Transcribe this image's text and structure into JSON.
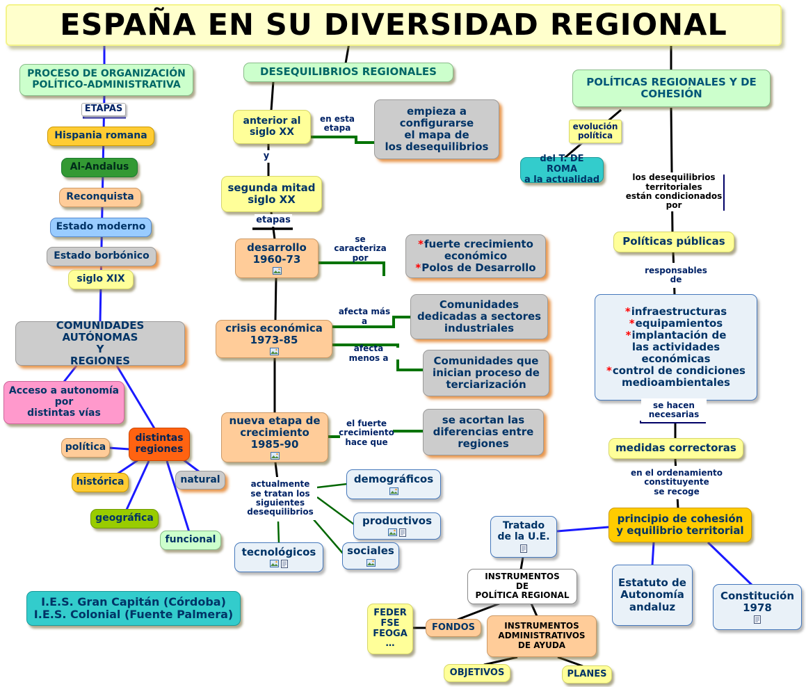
{
  "title": "ESPAÑA EN SU DIVERSIDAD REGIONAL",
  "palette": {
    "line_blue": "#1a1aff",
    "line_black": "#000000",
    "line_green": "#007300",
    "bracket_navy": "#000066",
    "asterisk_red": "#ff0000",
    "header_green": "#ccffcc",
    "stage_yellow": "#ffff99",
    "era_peach": "#ffcc99",
    "info_gray": "#cccccc",
    "highlight_amber": "#ffcc00",
    "teal": "#33cccc"
  },
  "icons": {
    "image": "image-icon",
    "document": "document-icon"
  },
  "left": {
    "proceso": "PROCESO DE ORGANIZACIÓN\nPOLÍTICO-ADMINISTRATIVA",
    "etapas": "ETAPAS",
    "hispania": "Hispania romana",
    "al_andalus": "Al-Andalus",
    "reconquista": "Reconquista",
    "estado_moderno": "Estado moderno",
    "estado_borbonico": "Estado borbónico",
    "siglo_xix": "siglo XIX",
    "comunidades": "COMUNIDADES AUTÓNOMAS\nY\nREGIONES",
    "acceso": "Acceso a autonomía\npor\ndistintas vías",
    "distintas_regiones": "distintas\nregiones",
    "politica": "política",
    "historica": "histórica",
    "natural": "natural",
    "geografica": "geográfica",
    "funcional": "funcional"
  },
  "middle": {
    "header": "DESEQUILIBRIOS REGIONALES",
    "anterior_siglo_xx": "anterior al\nsiglo XX",
    "en_esta_etapa": "en esta\netapa",
    "empieza": "empieza a\nconfigurarse\nel mapa de\nlos desequilibrios",
    "y": "y",
    "segunda_mitad": "segunda mitad\nsiglo XX",
    "etapas": "etapas",
    "desarrollo": "desarrollo\n1960-73",
    "se_caracteriza_por": "se\ncaracteriza\npor",
    "crecimiento_polos": [
      "*fuerte crecimiento",
      "económico",
      "*Polos de Desarrollo"
    ],
    "crisis": "crisis económica\n1973-85",
    "afecta_mas_a": "afecta más a",
    "industriales": "Comunidades\ndedicadas a sectores\nindustriales",
    "afecta_menos_a": "afecta menos a",
    "terciarizacion": "Comunidades que\ninician proceso de\nterciarización",
    "nueva_etapa": "nueva etapa de\ncrecimiento\n1985-90",
    "el_fuerte": "el fuerte\ncrecimiento\nhace que",
    "se_acortan": "se acortan las\ndiferencias entre\nregiones",
    "actualmente": "actualmente\nse tratan los\nsiguientes\ndesequilibrios",
    "demograficos": "demográficos",
    "productivos": "productivos",
    "tecnologicos": "tecnológicos",
    "sociales": "sociales"
  },
  "right": {
    "header": "POLÍTICAS REGIONALES Y DE\nCOHESIÓN",
    "evolucion_politica": "evolución\npolítica",
    "roma": "del T. DE ROMA\na la actualidad",
    "condicionados": "los desequilibrios\nterritoriales\nestán condicionados\npor",
    "politicas_publicas": "Políticas públicas",
    "responsables_de": "responsables\nde",
    "ambitos": [
      "*infraestructuras",
      "*equipamientos",
      "*implantación de",
      "las actividades",
      "económicas",
      "*control de condiciones",
      "medioambientales"
    ],
    "se_hacen_necesarias": "se hacen\nnecesarias",
    "medidas_correctoras": "medidas correctoras",
    "ordenamiento": "en el ordenamiento\nconstituyente\nse recoge",
    "principio": "principio de cohesión\ny equilibrio territorial",
    "tratado": "Tratado\nde la U.E.",
    "instrumentos_politica": "INSTRUMENTOS\nDE\nPOLÍTICA REGIONAL",
    "estatuto": "Estatuto de\nAutonomía\nandaluz",
    "constitucion": "Constitución\n1978",
    "feder": "FEDER\nFSE\nFEOGA\n…",
    "fondos": "FONDOS",
    "instrumentos_admin": "INSTRUMENTOS\nADMINISTRATIVOS\nDE AYUDA",
    "objetivos": "OBJETIVOS",
    "planes": "PLANES"
  },
  "footer": {
    "credits": "I.E.S. Gran Capitán (Córdoba)\nI.E.S. Colonial (Fuente Palmera)"
  }
}
